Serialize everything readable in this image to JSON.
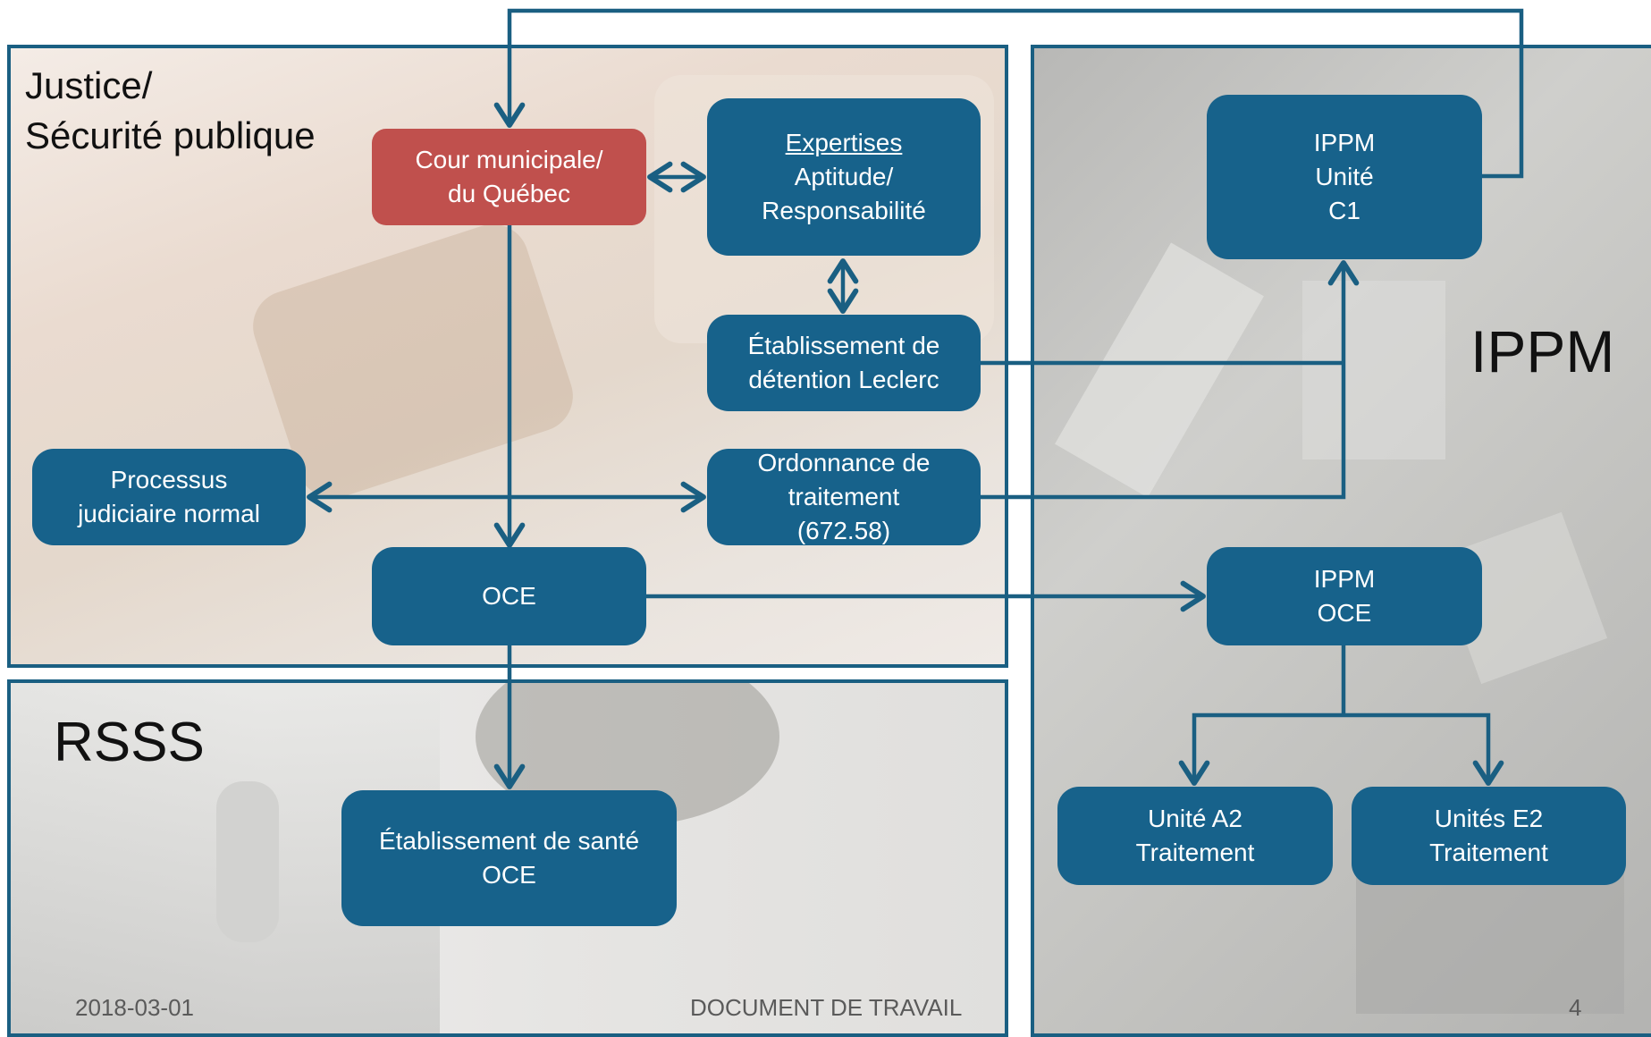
{
  "sections": {
    "justice": [
      "Justice/",
      "Sécurité publique"
    ],
    "rsss": "RSSS",
    "ippm": "IPPM"
  },
  "boxes": {
    "cour": [
      "Cour municipale/",
      "du Québec"
    ],
    "expertises": {
      "title": "Expertises",
      "lines": [
        "Aptitude/",
        "Responsabilité"
      ]
    },
    "leclerc": [
      "Établissement de",
      "détention Leclerc"
    ],
    "processus": [
      "Processus",
      "judiciaire normal"
    ],
    "ordonnance": [
      "Ordonnance de",
      "traitement",
      "(672.58)"
    ],
    "oce": "OCE",
    "sante": [
      "Établissement de santé",
      "OCE"
    ],
    "ippm_c1": [
      "IPPM",
      "Unité",
      "C1"
    ],
    "ippm_oce": [
      "IPPM",
      "OCE"
    ],
    "a2": [
      "Unité A2",
      "Traitement"
    ],
    "e2": [
      "Unités E2",
      "Traitement"
    ]
  },
  "footer": {
    "date": "2018-03-01",
    "doc": "DOCUMENT DE TRAVAIL",
    "page": "4"
  },
  "colors": {
    "box": "#17628b",
    "court_box": "#c0504d",
    "frame": "#1a5f82"
  }
}
